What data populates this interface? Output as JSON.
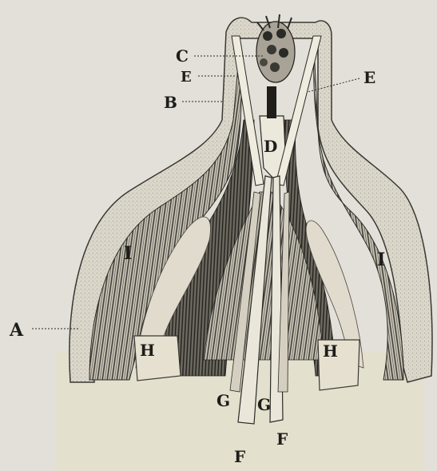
{
  "figure": {
    "background_color": "#e2e0d8",
    "ink_color": "#2a2a26",
    "tissue_color": "#d9d5c7",
    "labels": [
      "A",
      "B",
      "C",
      "D",
      "E",
      "E",
      "F",
      "F",
      "G",
      "G",
      "H",
      "H",
      "I",
      "I"
    ]
  }
}
